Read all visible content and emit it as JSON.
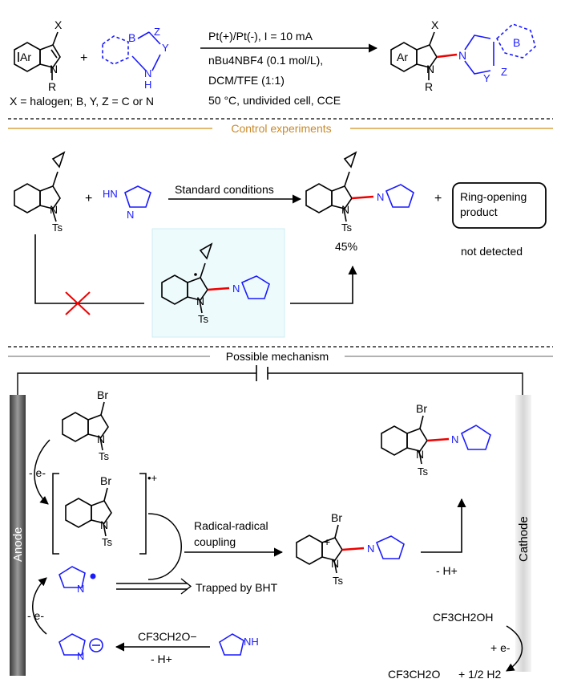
{
  "reaction": {
    "ar": "Ar",
    "x": "X",
    "n": "N",
    "r": "R",
    "b": "B",
    "z": "Z",
    "y": "Y",
    "nh": "N",
    "h": "H",
    "plus": "+",
    "cond1": "Pt(+)/Pt(-), I = 10 mA",
    "cond2": "nBu4NBF4 (0.1 mol/L),",
    "cond3": "DCM/TFE (1:1)",
    "cond4": "50 °C, undivided cell, CCE",
    "legend": "X = halogen;  B, Y, Z = C or N"
  },
  "sections": {
    "control": "Control experiments",
    "mechanism": "Possible mechanism"
  },
  "control": {
    "ts": "Ts",
    "hn": "HN",
    "n": "N",
    "standard": "Standard conditions",
    "yield": "45%",
    "ring_opening": "Ring-opening",
    "product": "product",
    "not_detected": "not detected"
  },
  "mechanism": {
    "anode": "Anode",
    "cathode": "Cathode",
    "br": "Br",
    "ts": "Ts",
    "ne1": "- e-",
    "ne2": "- e-",
    "radcat": "•+",
    "radical1": "Radical-radical",
    "radical2": "coupling",
    "trapped": "Trapped by BHT",
    "minus_h": "- H+",
    "minus_h2": "- H+",
    "cf3o": "CF3CH2O−",
    "cf3oh": "CF3CH2OH",
    "plus_e": "+ e-",
    "cf3o2": "CF3CH2O",
    "half_h2": "+ 1/2 H2",
    "nh": "NH"
  }
}
